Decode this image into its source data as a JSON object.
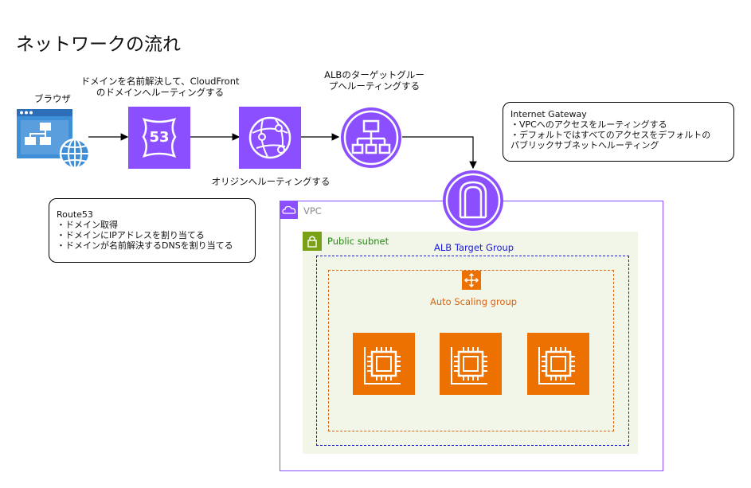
{
  "page": {
    "title": "ネットワークの流れ"
  },
  "nodes": {
    "browser": {
      "label": "ブラウザ"
    },
    "route53": {
      "icon_text": "53",
      "caption_lines": [
        "ドメインを名前解決して、CloudFront",
        "のドメインへルーティングする"
      ]
    },
    "cloudfront": {
      "caption": "オリジンへルーティングする"
    },
    "alb": {
      "caption_lines": [
        "ALBのターゲットグルー",
        "プへルーティングする"
      ]
    }
  },
  "notes": {
    "igw": {
      "lines": [
        "Internet Gateway",
        "・VPCへのアクセスをルーティングする",
        "・デフォルトではすべてのアクセスをデフォルトの",
        "パブリックサブネットへルーティング"
      ]
    },
    "route53": {
      "lines": [
        "Route53",
        "・ドメイン取得",
        "・ドメインにIPアドレスを割り当てる",
        "・ドメインが名前解決するDNSを割り当てる"
      ]
    }
  },
  "groups": {
    "vpc": {
      "label": "VPC"
    },
    "subnet": {
      "label": "Public subnet"
    },
    "target_group": {
      "label": "ALB Target Group"
    },
    "asg": {
      "label": "Auto Scaling group"
    }
  },
  "colors": {
    "aws_purple": "#8c4fff",
    "ec2_orange": "#ed7100",
    "browser_blue": "#3f8ed8",
    "subnet_green": "#7aa116",
    "subnet_bg": "#f2f6e8",
    "target_group_blue": "#1a1adb",
    "asg_orange": "#d86613",
    "vpc_label_gray": "#8a8a8a"
  }
}
